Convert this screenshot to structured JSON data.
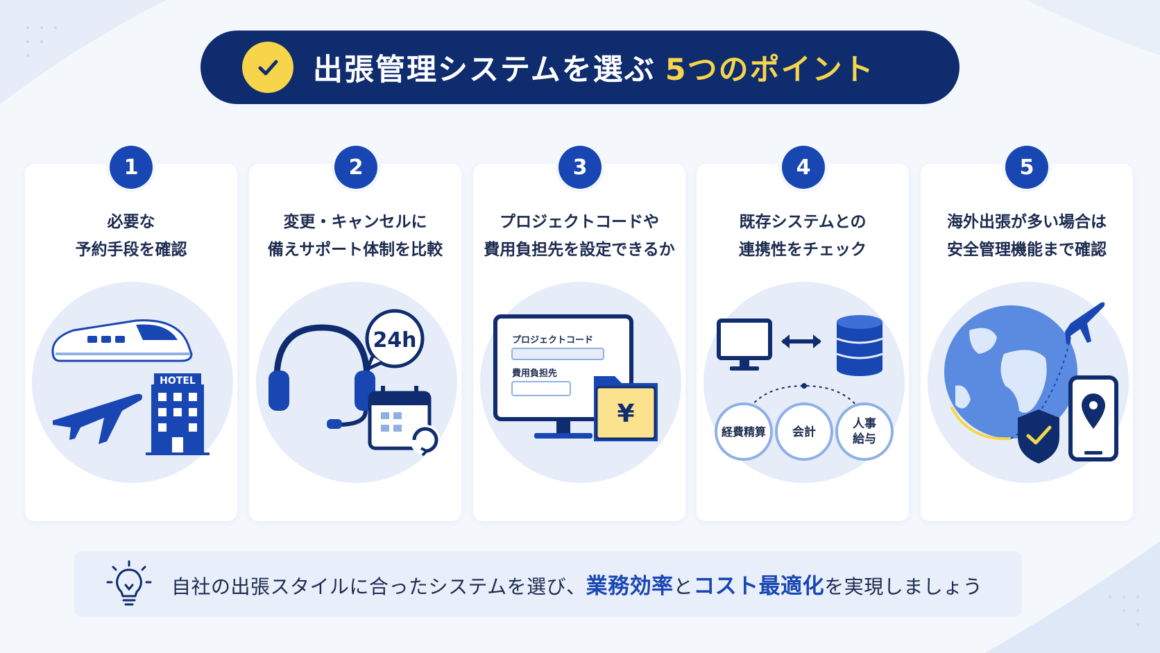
{
  "header": {
    "title": "出張管理システムを選ぶ",
    "title_highlight": "5つのポイント"
  },
  "colors": {
    "navy": "#0f2c6e",
    "accent_blue": "#1846b3",
    "yellow": "#f7d54a",
    "background": "#f4f7fc"
  },
  "points": [
    {
      "number": "1",
      "line1": "必要な",
      "line2": "予約手段を確認",
      "icons": [
        "bullet-train-icon",
        "airplane-icon",
        "hotel-icon"
      ],
      "hotel_label": "HOTEL"
    },
    {
      "number": "2",
      "line1": "変更・キャンセルに",
      "line2": "備えサポート体制を比較",
      "icons": [
        "headset-icon",
        "24h-chat-icon",
        "calendar-refresh-icon"
      ],
      "support_label": "24h"
    },
    {
      "number": "3",
      "line1": "プロジェクトコードや",
      "line2": "費用負担先を設定できるか",
      "icons": [
        "monitor-form-icon",
        "yen-folder-icon"
      ],
      "field1": "プロジェクトコード",
      "field2": "費用負担先",
      "currency": "¥"
    },
    {
      "number": "4",
      "line1": "既存システムとの",
      "line2": "連携性をチェック",
      "icons": [
        "monitor-icon",
        "sync-arrow-icon",
        "database-icon"
      ],
      "node1": "経費精算",
      "node2": "会計",
      "node3_line1": "人事",
      "node3_line2": "給与"
    },
    {
      "number": "5",
      "line1": "海外出張が多い場合は",
      "line2": "安全管理機能まで確認",
      "icons": [
        "globe-icon",
        "airplane-icon",
        "shield-check-icon",
        "smartphone-location-icon"
      ]
    }
  ],
  "footer": {
    "icon": "lightbulb-icon",
    "text_before": "自社の出張スタイルに合ったシステムを選び、",
    "em1": "業務効率",
    "text_mid": "と",
    "em2": "コスト最適化",
    "text_after": "を実現しましょう"
  }
}
